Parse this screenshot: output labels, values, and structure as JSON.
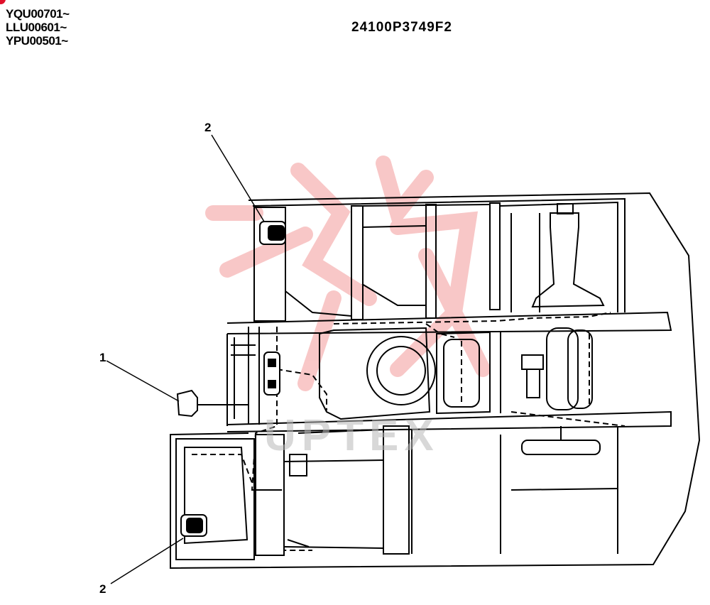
{
  "serial_ranges": [
    "YQU00701~",
    "LLU00601~",
    "YPU00501~"
  ],
  "document_number": "24100P3749F2",
  "callouts": {
    "upper": "2",
    "left": "1",
    "lower": "2"
  },
  "watermark": {
    "text": "UPTEX",
    "color": "#e83a3a"
  },
  "colors": {
    "line": "#000000",
    "accent_dot": "#e0102a"
  }
}
